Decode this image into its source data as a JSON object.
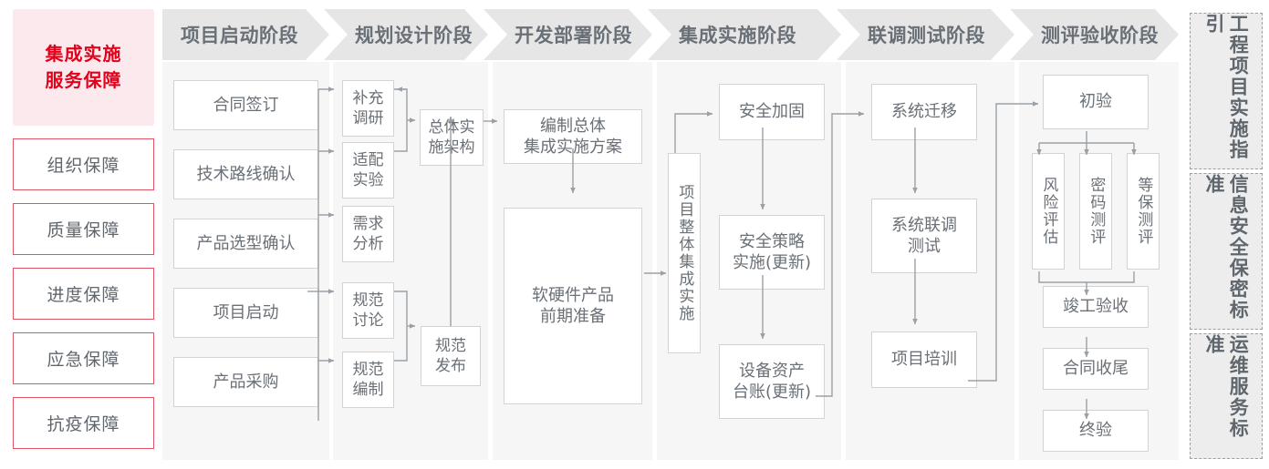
{
  "left": {
    "title": "集成实施\n服务保障",
    "title_lines": [
      "集成实施",
      "服务保障"
    ],
    "items": [
      {
        "label": "组织保障"
      },
      {
        "label": "质量保障"
      },
      {
        "label": "进度保障"
      },
      {
        "label": "应急保障"
      },
      {
        "label": "抗疫保障"
      }
    ]
  },
  "phases": [
    {
      "header": "项目启动阶段",
      "nodes": [
        {
          "label": "合同签订"
        },
        {
          "label": "技术路线确认"
        },
        {
          "label": "产品选型确认"
        },
        {
          "label": "项目启动"
        },
        {
          "label": "产品采购"
        }
      ]
    },
    {
      "header": "规划设计阶段",
      "nodes": [
        {
          "label": "补充\n调研"
        },
        {
          "label": "适配\n实验"
        },
        {
          "label": "需求\n分析"
        },
        {
          "label": "规范\n讨论"
        },
        {
          "label": "规范\n编制"
        },
        {
          "label": "总体实\n施架构"
        },
        {
          "label": "规范\n发布"
        }
      ]
    },
    {
      "header": "开发部署阶段",
      "nodes": [
        {
          "label": "编制总体\n集成实施方案"
        },
        {
          "label": "软硬件产品\n前期准备"
        }
      ]
    },
    {
      "header": "集成实施阶段",
      "nodes": [
        {
          "label": "项目整体集成实施"
        },
        {
          "label": "安全加固"
        },
        {
          "label": "安全策略\n实施(更新)"
        },
        {
          "label": "设备资产\n台账(更新)"
        }
      ]
    },
    {
      "header": "联调测试阶段",
      "nodes": [
        {
          "label": "系统迁移"
        },
        {
          "label": "系统联调\n测试"
        },
        {
          "label": "项目培训"
        }
      ]
    },
    {
      "header": "测评验收阶段",
      "nodes": [
        {
          "label": "初验"
        },
        {
          "label": "风险评估"
        },
        {
          "label": "密码测评"
        },
        {
          "label": "等保测评"
        },
        {
          "label": "竣工验收"
        },
        {
          "label": "合同收尾"
        },
        {
          "label": "终验"
        }
      ]
    }
  ],
  "standards": [
    {
      "label": "工程项目实施指引"
    },
    {
      "label": "信息安全保密标准"
    },
    {
      "label": "运维服务标准"
    }
  ],
  "colors": {
    "accent_red": "#e3001b",
    "accent_red_border": "#e05565",
    "accent_red_bg": "#fce9ed",
    "header_gray": "#e6e6e6",
    "panel_gray": "#f6f6f6",
    "node_border": "#d3d3d3",
    "text_gray": "#6a7077",
    "wire": "#9aa0a6",
    "std_bg": "#ededed",
    "std_border": "#9aa0a6"
  }
}
